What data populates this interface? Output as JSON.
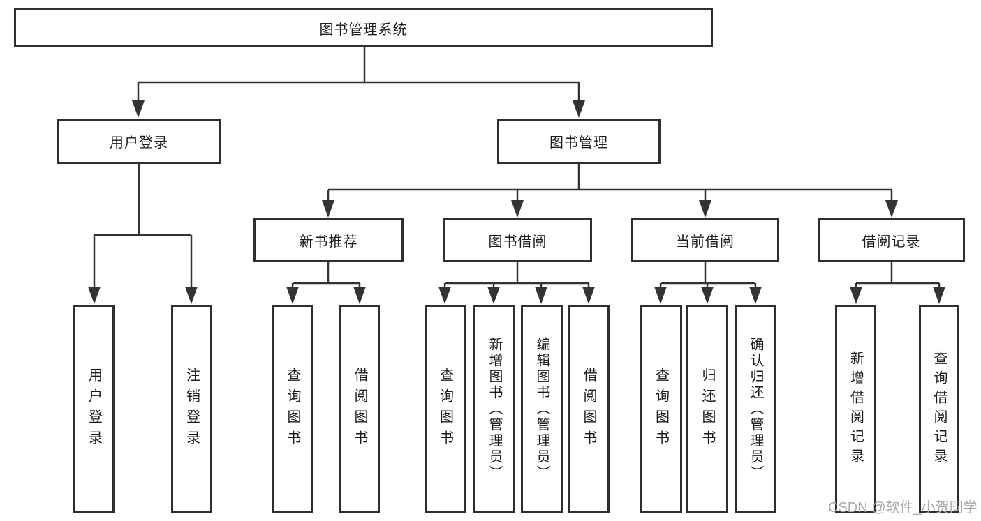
{
  "diagram": {
    "root": {
      "label": "图书管理系统",
      "children": [
        {
          "label": "用户登录",
          "children": [
            {
              "label": "用户登录"
            },
            {
              "label": "注销登录"
            }
          ]
        },
        {
          "label": "图书管理",
          "children": [
            {
              "label": "新书推荐",
              "children": [
                {
                  "label": "查询图书"
                },
                {
                  "label": "借阅图书"
                }
              ]
            },
            {
              "label": "图书借阅",
              "children": [
                {
                  "label": "查询图书"
                },
                {
                  "label": "新增图书（管理员）"
                },
                {
                  "label": "编辑图书（管理员）"
                },
                {
                  "label": "借阅图书"
                }
              ]
            },
            {
              "label": "当前借阅",
              "children": [
                {
                  "label": "查询图书"
                },
                {
                  "label": "归还图书"
                },
                {
                  "label": "确认归还（管理员）"
                }
              ]
            },
            {
              "label": "借阅记录",
              "children": [
                {
                  "label": "新增借阅记录"
                },
                {
                  "label": "查询借阅记录"
                }
              ]
            }
          ]
        }
      ]
    }
  },
  "watermark": {
    "text": "CSDN @软件_小贺同学"
  },
  "colors": {
    "line": "#333333",
    "box_border": "#2e2e2e",
    "text": "#1c1c1c",
    "watermark": "#a9a9a9",
    "background": "#ffffff"
  }
}
